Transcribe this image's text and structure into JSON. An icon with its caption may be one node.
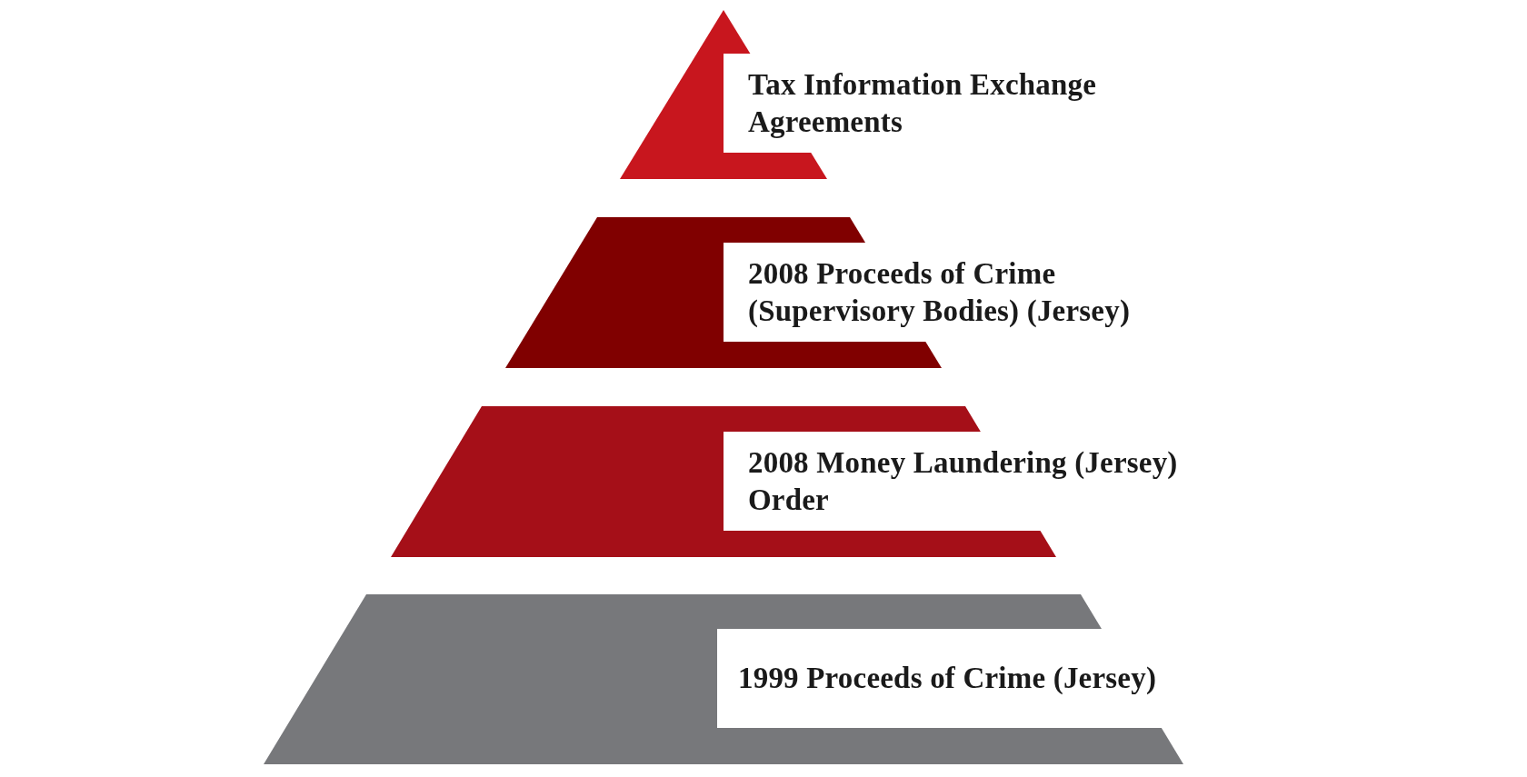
{
  "diagram": {
    "nodes": [
      {
        "text": [
          "Tax Information Exchange Agreements"
        ]
      },
      {
        "text": [
          "2008 Proceeds of Crime (Supervisory Bodies) (Jersey)"
        ]
      },
      {
        "text": [
          "2008 Money Laundering (Jersey) Order"
        ]
      },
      {
        "text": [
          "1999 Proceeds of Crime (Jersey)"
        ]
      }
    ]
  }
}
